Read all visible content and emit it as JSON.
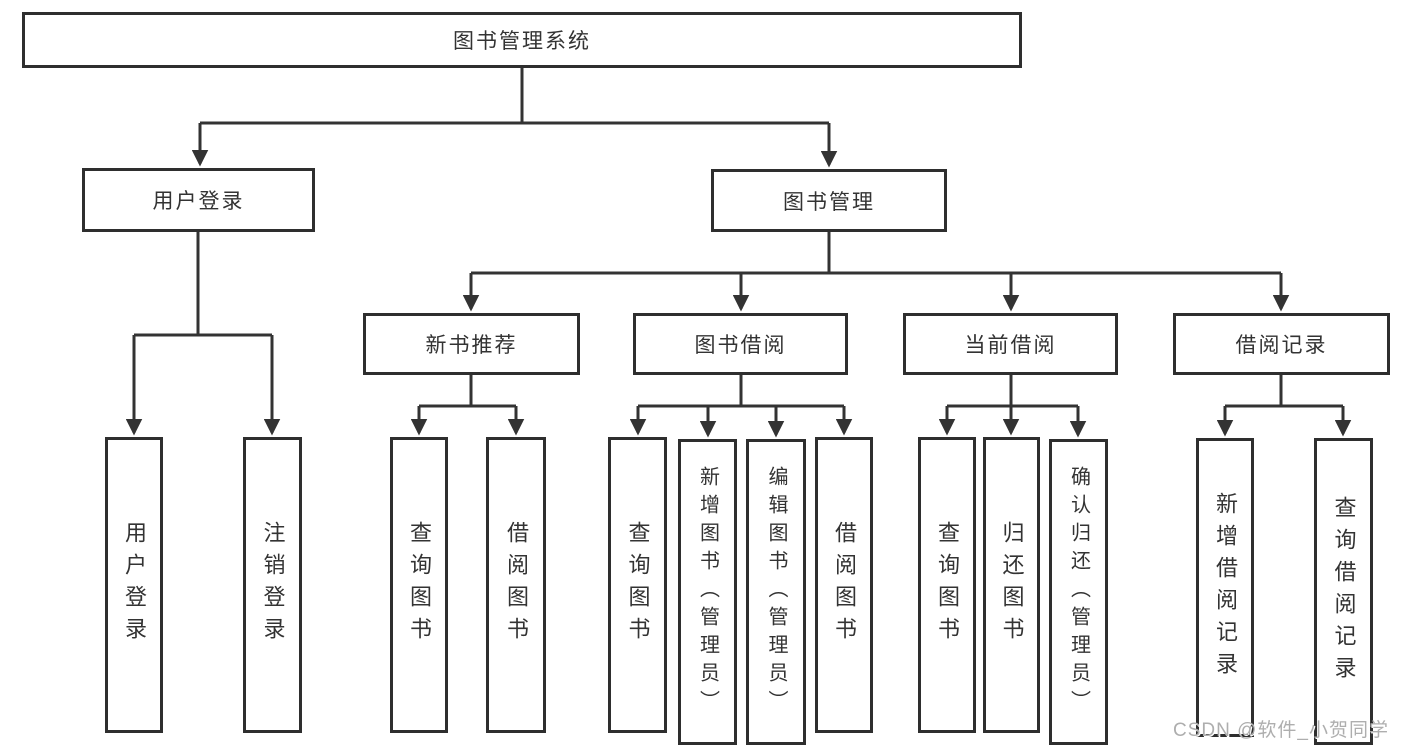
{
  "nodes": {
    "root": "图书管理系统",
    "user_login_branch": "用户登录",
    "book_mgmt_branch": "图书管理",
    "new_books": "新书推荐",
    "book_borrow": "图书借阅",
    "current_borrow": "当前借阅",
    "borrow_records": "借阅记录",
    "leaf_user_login": "用户登录",
    "leaf_logout": "注销登录",
    "leaf_newbooks_query": "查询图书",
    "leaf_newbooks_borrow": "借阅图书",
    "leaf_borrow_query": "查询图书",
    "leaf_borrow_add": "新增图书（管理员）",
    "leaf_borrow_edit": "编辑图书（管理员）",
    "leaf_borrow_borrow": "借阅图书",
    "leaf_current_query": "查询图书",
    "leaf_current_return": "归还图书",
    "leaf_current_confirm": "确认归还（管理员）",
    "leaf_records_add": "新增借阅记录",
    "leaf_records_query": "查询借阅记录"
  },
  "watermark": "CSDN @软件_小贺同学",
  "colors": {
    "background": "#ffffff",
    "box_border": "#2e2e2e",
    "line": "#333333",
    "text": "#333333",
    "watermark": "#aeaeae"
  }
}
